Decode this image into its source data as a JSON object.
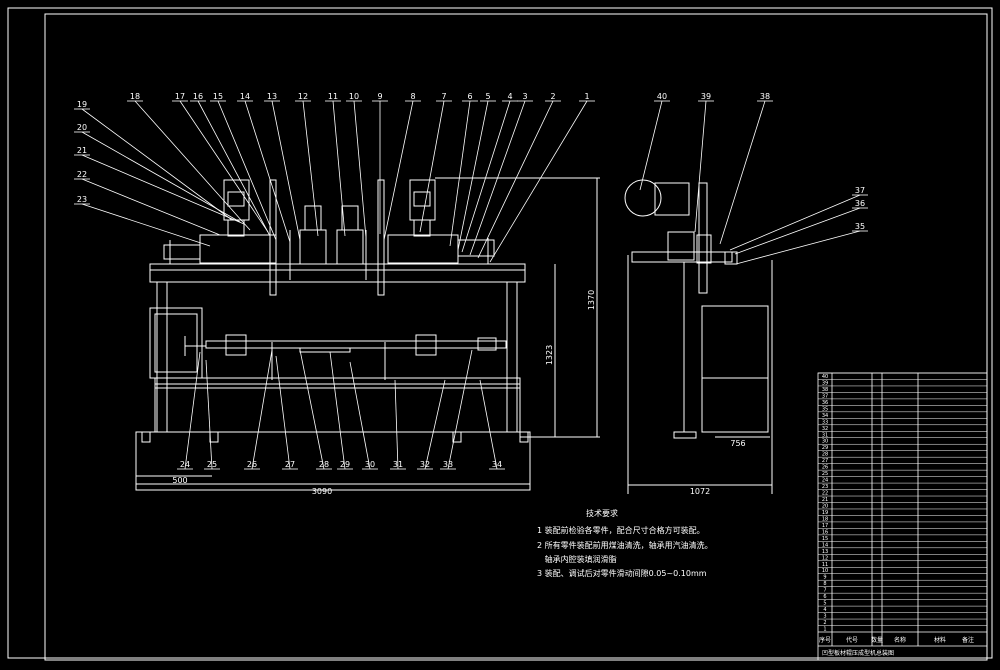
{
  "drawing": {
    "balloons_front": [
      "18",
      "17",
      "16",
      "15",
      "14",
      "13",
      "12",
      "11",
      "10",
      "9",
      "8",
      "7",
      "6",
      "5",
      "4",
      "3",
      "2",
      "1"
    ],
    "balloons_left": [
      "19",
      "20",
      "21",
      "22",
      "23"
    ],
    "balloons_bottom": [
      "24",
      "25",
      "26",
      "27",
      "28",
      "29",
      "30",
      "31",
      "32",
      "33",
      "34"
    ],
    "balloons_side_top": [
      "40",
      "39",
      "38"
    ],
    "balloons_side_right": [
      "37",
      "36",
      "35"
    ],
    "dims_front": {
      "overall_width": "3090",
      "left_offset": "500",
      "overall_height": "1370",
      "table_height": "1323"
    },
    "dims_side": {
      "overall_width": "1072",
      "cabinet_width": "756"
    }
  },
  "technical_requirements": {
    "title": "技术要求",
    "items": [
      "1 装配前检验各零件，配合尺寸合格方可装配。",
      "2 所有零件装配前用煤油清洗，轴承用汽油清洗。",
      "   轴承内腔装填润滑脂",
      "3 装配、调试后对零件滑动间隙0.05~0.10mm"
    ]
  },
  "bom": {
    "row_numbers": [
      "40",
      "39",
      "38",
      "37",
      "36",
      "35",
      "34",
      "33",
      "32",
      "31",
      "30",
      "29",
      "28",
      "27",
      "26",
      "25",
      "24",
      "23",
      "22",
      "21",
      "20",
      "19",
      "18",
      "17",
      "16",
      "15",
      "14",
      "13",
      "12",
      "11",
      "10",
      "9",
      "8",
      "7",
      "6",
      "5",
      "4",
      "3",
      "2",
      "1"
    ],
    "footer_cells": [
      "序号",
      "代号",
      "名称",
      "数量",
      "材料",
      "备注"
    ],
    "title_block": "凹型板材辊压成型机总装图"
  }
}
